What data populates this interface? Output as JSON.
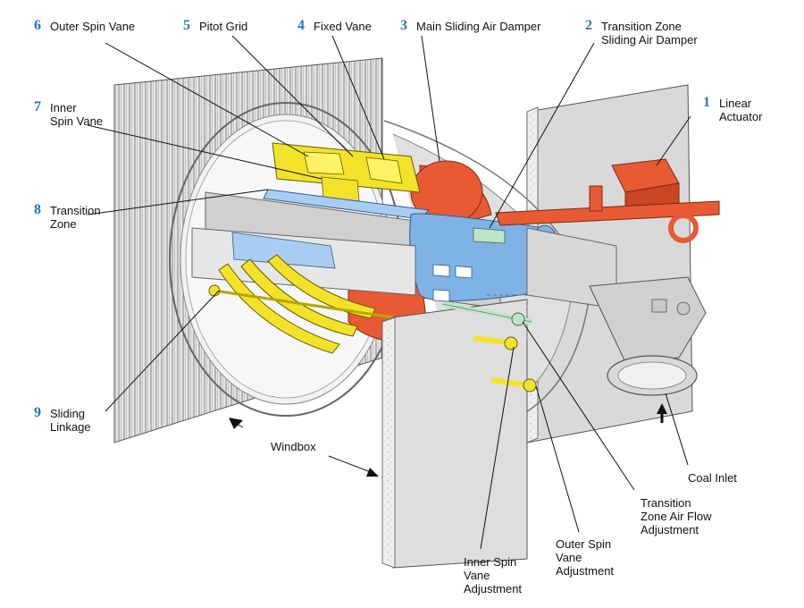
{
  "colors": {
    "orange": "#e85a33",
    "yellow": "#f2e32a",
    "blue": "#7fb2e5",
    "light_blue": "#a9cdf2",
    "mint": "#bfe3c9",
    "gray": "#d8d8d8",
    "number": "#2a73b8"
  },
  "callouts": [
    {
      "num": "6",
      "text": "Outer Spin Vane"
    },
    {
      "num": "5",
      "text": "Pitot Grid"
    },
    {
      "num": "4",
      "text": "Fixed Vane"
    },
    {
      "num": "3",
      "text": "Main Sliding Air Damper"
    },
    {
      "num": "2",
      "text": "Transition Zone",
      "text2": "Sliding Air Damper"
    },
    {
      "num": "1",
      "text": "Linear",
      "text2": "Actuator"
    },
    {
      "num": "7",
      "text": "Inner",
      "text2": "Spin Vane"
    },
    {
      "num": "8",
      "text": "Transition",
      "text2": "Zone"
    },
    {
      "num": "9",
      "text": "Sliding",
      "text2": "Linkage"
    }
  ],
  "labels": {
    "windbox": "Windbox",
    "coal_inlet": "Coal Inlet",
    "tz_air_flow": [
      "Transition",
      "Zone Air Flow",
      "Adjustment"
    ],
    "outer_spin_adj": [
      "Outer Spin",
      "Vane",
      "Adjustment"
    ],
    "inner_spin_adj": [
      "Inner Spin",
      "Vane",
      "Adjustment"
    ]
  }
}
